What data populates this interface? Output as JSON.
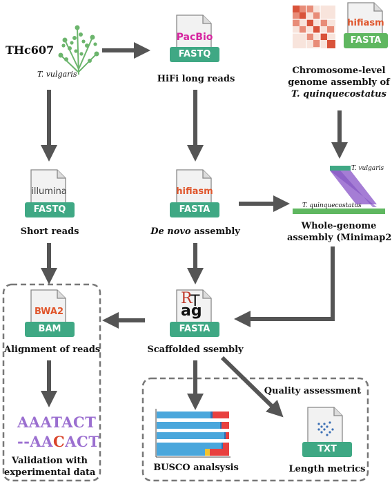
{
  "source": {
    "sample": "THc607",
    "species": "T. vulgaris"
  },
  "hifi": {
    "brand": "PacBio",
    "format": "FASTQ",
    "caption": "HiFi long reads"
  },
  "reference": {
    "tool": "hifiasm",
    "format": "FASTA",
    "caption_line1": "Chromosome-level",
    "caption_line2": "genome assembly of",
    "caption_species": "T. quinquecostatus"
  },
  "short": {
    "brand": "illumina",
    "format": "FASTQ",
    "caption": "Short reads"
  },
  "denovo": {
    "tool": "hifiasm",
    "format": "FASTA",
    "caption_italic": "De novo",
    "caption_rest": " assembly"
  },
  "alignment_wg": {
    "top_label": "T. vulgaris",
    "bottom_label": "T. quinquecostatus",
    "caption_line1": "Whole-genome",
    "caption_line2": "assembly (Minimap2)"
  },
  "bam": {
    "tool": "BWA2",
    "format": "BAM",
    "caption": "Alignment of reads"
  },
  "scaffold": {
    "logo_r": "R",
    "logo_t": "T",
    "logo_ag": "ag",
    "format": "FASTA",
    "caption": "Scaffolded ssembly"
  },
  "validation": {
    "seq1": "AAATACT",
    "seq2_prefix": "--AA",
    "seq2_mismatch": "C",
    "seq2_suffix": "ACT",
    "caption_line1": "Validation with",
    "caption_line2": "experimental data"
  },
  "quality": {
    "title": "Quality assessment",
    "busco_caption": "BUSCO analsysis",
    "txt_format": "TXT",
    "txt_caption": "Length metrics"
  },
  "colors": {
    "tag_green": "#3fa884",
    "hifiasm_orange": "#e0562c",
    "arrow": "#555555",
    "purple": "#9b6fd0",
    "mismatch_red": "#d9442b",
    "pacbio_pink": "#d6249f",
    "aln_green": "#5fb760",
    "box_dash": "#777777"
  }
}
